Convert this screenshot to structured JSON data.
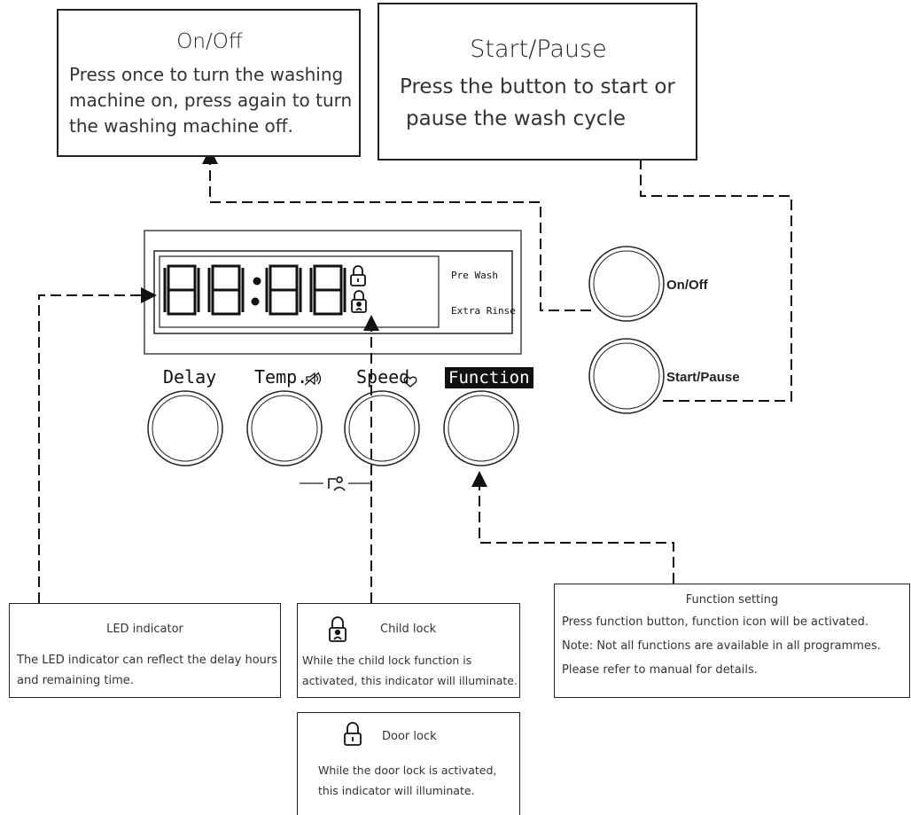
{
  "callouts": {
    "onoff": {
      "title": "On/Off",
      "line1": "Press once to turn the washing",
      "line2": "machine on, press again to turn",
      "line3": "the washing machine off."
    },
    "startpause": {
      "title": "Start/Pause",
      "line1": "Press the button to start or",
      "line2": "pause the wash cycle"
    },
    "led": {
      "title": "LED indicator",
      "line1": "The LED indicator can reflect the delay hours",
      "line2": "and remaining time."
    },
    "childlock": {
      "title": "Child lock",
      "line1": "While the child lock function is",
      "line2": "activated, this indicator will illuminate."
    },
    "doorlock": {
      "title": "Door lock",
      "line1": "While the door lock is activated,",
      "line2": "this indicator will illuminate."
    },
    "function": {
      "title": "Function setting",
      "line1": "Press function button, function icon will be activated.",
      "line2": "Note: Not all functions are available in all programmes.",
      "line3": "Please refer to manual for details."
    }
  },
  "panel": {
    "display_digits": "88:88",
    "pre_wash": "Pre Wash",
    "extra_rinse": "Extra Rinse"
  },
  "buttons": {
    "delay": "Delay",
    "temp": "Temp.",
    "speed": "Speed",
    "function": "Function",
    "onoff": "On/Off",
    "startpause": "Start/Pause"
  },
  "icons": {
    "door_lock": "padlock-icon",
    "child_lock": "child-lock-icon",
    "mute": "speaker-mute-icon",
    "heart": "heart-icon",
    "child_lock_combo": "child-lock-combo-icon"
  }
}
